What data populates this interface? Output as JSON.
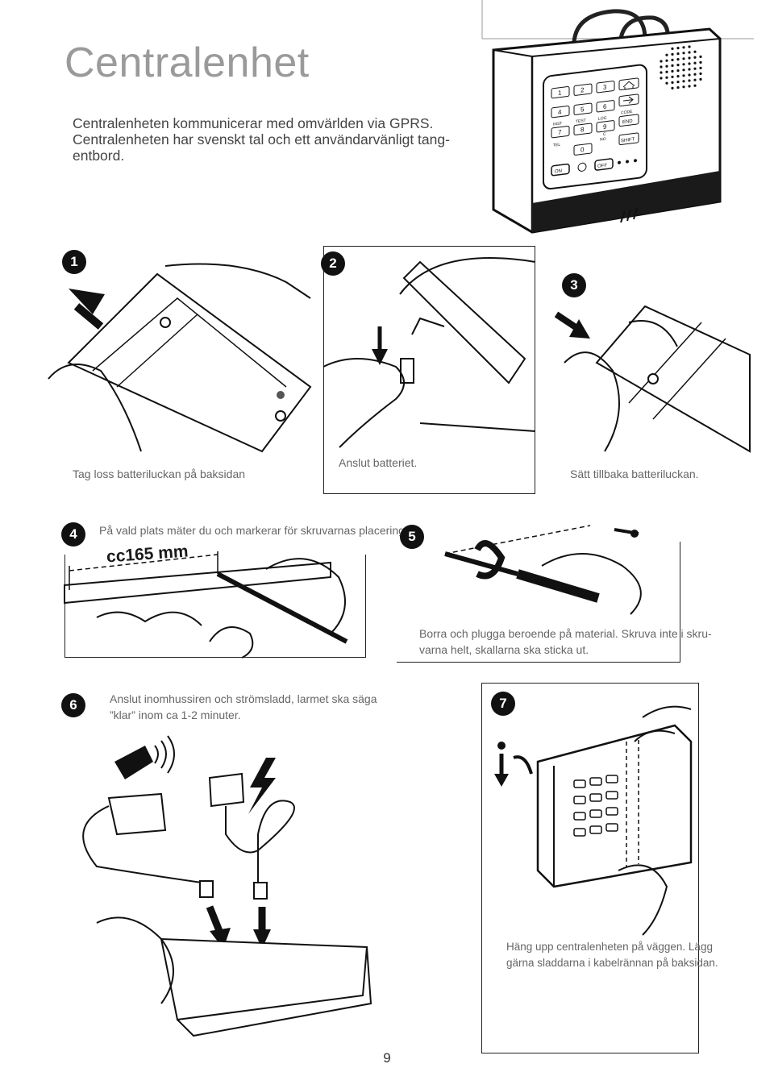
{
  "page": {
    "title": "Centralenhet",
    "intro": [
      "Centralenheten kommunicerar med omvärlden via GPRS.",
      "Centralenheten har svenskt tal och ett användarvänligt tang-",
      "entbord."
    ],
    "page_number": "9"
  },
  "steps": [
    {
      "number": "1",
      "caption": "Tag loss batteriluckan på baksidan"
    },
    {
      "number": "2",
      "caption": "Anslut batteriet."
    },
    {
      "number": "3",
      "caption": "Sätt tillbaka batteriluckan."
    },
    {
      "number": "4",
      "caption": "På vald plats mäter du och markerar för skruvarnas placering.",
      "measure_label": "cc165 mm"
    },
    {
      "number": "5",
      "caption_lines": [
        "Borra och plugga beroende på material. Skruva inte i skru-",
        "varna helt, skallarna ska sticka ut."
      ]
    },
    {
      "number": "6",
      "caption_lines": [
        "Anslut inomhussiren och strömsladd, larmet ska säga",
        "”klar” inom ca 1-2 minuter."
      ]
    },
    {
      "number": "7",
      "caption_lines": [
        "Häng upp centralenheten på väggen. Lägg",
        "gärna sladdarna i kabelrännan på baksidan."
      ]
    }
  ],
  "keypad": {
    "keys": [
      "1",
      "2",
      "3",
      "4",
      "5",
      "6",
      "7",
      "8",
      "9",
      "0"
    ],
    "labels": [
      "INST",
      "TEST",
      "LOG",
      "CODE",
      "END",
      "SHIFT",
      "TEL",
      "NO",
      "C",
      "ON",
      "OFF"
    ]
  },
  "icons": [
    "house-icon",
    "arrow-right-icon",
    "arrow-left-icon",
    "check-icon",
    "pencil-icon",
    "speaker-grille-icon",
    "lightning-icon",
    "siren-icon"
  ]
}
